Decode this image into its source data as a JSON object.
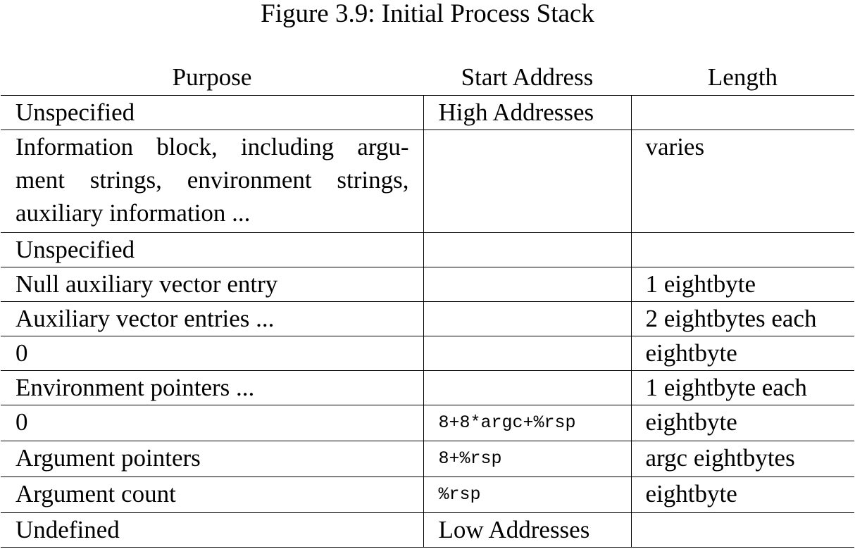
{
  "caption": "Figure 3.9: Initial Process Stack",
  "table": {
    "headers": {
      "purpose": "Purpose",
      "start_address": "Start Address",
      "length": "Length"
    },
    "rows": [
      {
        "purpose": "Unspecified",
        "start_address": "High Addresses",
        "length": ""
      },
      {
        "purpose": "Information block, including argu- ment strings, environment strings, auxiliary information ...",
        "start_address": "",
        "length": "varies"
      },
      {
        "purpose": "Unspecified",
        "start_address": "",
        "length": ""
      },
      {
        "purpose": "Null auxiliary vector entry",
        "start_address": "",
        "length": "1 eightbyte"
      },
      {
        "purpose": "Auxiliary vector entries ...",
        "start_address": "",
        "length": "2 eightbytes each"
      },
      {
        "purpose": "0",
        "start_address": "",
        "length": "eightbyte"
      },
      {
        "purpose": "Environment pointers ...",
        "start_address": "",
        "length": "1 eightbyte each"
      },
      {
        "purpose": "0",
        "start_address": "8+8*argc+%rsp",
        "length": "eightbyte"
      },
      {
        "purpose": "Argument pointers",
        "start_address": "8+%rsp",
        "length": "argc eightbytes"
      },
      {
        "purpose": "Argument count",
        "start_address": "%rsp",
        "length": "eightbyte"
      },
      {
        "purpose": "Undefined",
        "start_address": "Low Addresses",
        "length": ""
      }
    ]
  }
}
